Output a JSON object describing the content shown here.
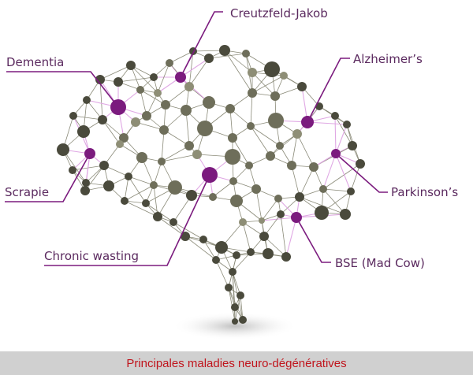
{
  "colors": {
    "accent": "#7b1b7e",
    "label_text": "#5b2a5f",
    "node_dark": "#4a4a3c",
    "node_mid": "#6e6e5a",
    "node_light": "#8e8e76",
    "edge": "#8a8a78",
    "caption_text": "#c0141c",
    "caption_bg": "#d0d0d0"
  },
  "labels": [
    {
      "id": "creutzfeld",
      "text": "Creutzfeld-Jakob"
    },
    {
      "id": "dementia",
      "text": "Dementia"
    },
    {
      "id": "alzheimer",
      "text": "Alzheimer’s"
    },
    {
      "id": "scrapie",
      "text": "Scrapie"
    },
    {
      "id": "parkinson",
      "text": "Parkinson’s"
    },
    {
      "id": "chronic",
      "text": "Chronic wasting"
    },
    {
      "id": "bse",
      "text": "BSE (Mad Cow)"
    }
  ],
  "caption": "Principales maladies neuro-dégénératives"
}
